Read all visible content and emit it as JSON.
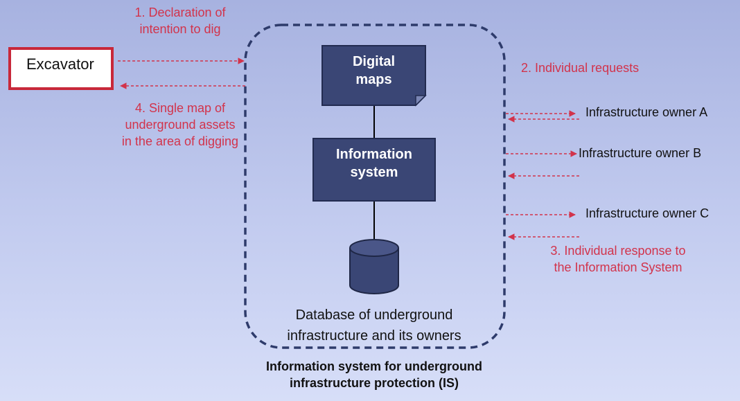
{
  "excavator": {
    "label": "Excavator"
  },
  "steps": {
    "declaration": [
      "1. Declaration of",
      "intention to dig"
    ],
    "single_map": [
      "4. Single map of",
      "underground assets",
      "in the area of digging"
    ],
    "requests": "2. Individual requests",
    "response": [
      "3. Individual response to",
      "the Information System"
    ]
  },
  "nodes": {
    "digital_maps": [
      "Digital",
      "maps"
    ],
    "information_system": [
      "Information",
      "system"
    ],
    "database": [
      "Database of underground",
      "infrastructure and its owners"
    ]
  },
  "owners": [
    "Infrastructure owner A",
    "Infrastructure owner B",
    "Infrastructure owner C"
  ],
  "boundary_title": [
    "Information system for underground",
    "infrastructure protection (IS)"
  ],
  "colors": {
    "arrow": "#d2334b",
    "node_fill": "#3a4675",
    "boundary": "#2e3b6b",
    "excavator_border": "#c8283a"
  },
  "icons": {
    "database": "cylinder-icon",
    "document": "folded-page-icon"
  }
}
